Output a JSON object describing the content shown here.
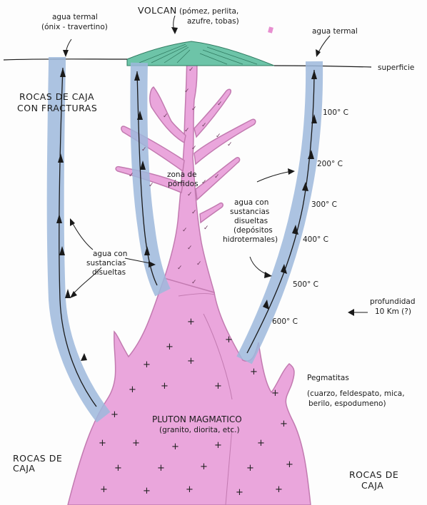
{
  "labels": {
    "volcan_title": "VOLCAN",
    "volcan_desc_1": "(pómez, perlita,",
    "volcan_desc_2": "azufre, tobas)",
    "agua_termal_left_1": "agua termal",
    "agua_termal_left_2": "(ónix - travertino)",
    "agua_termal_right": "agua termal",
    "superficie": "superficie",
    "rocas_fracturas_1": "ROCAS DE CAJA",
    "rocas_fracturas_2": "CON FRACTURAS",
    "zona_porfidos_1": "zona de",
    "zona_porfidos_2": "pórfidos",
    "agua_sust_right_1": "agua con",
    "agua_sust_right_2": "sustancias",
    "agua_sust_right_3": "disueltas",
    "agua_sust_right_4": "(depósitos",
    "agua_sust_right_5": "hidrotermales)",
    "agua_sust_left_1": "agua con",
    "agua_sust_left_2": "sustancias",
    "agua_sust_left_3": "disueltas",
    "temp_100": "100° C",
    "temp_200": "200° C",
    "temp_300": "300° C",
    "temp_400": "400° C",
    "temp_500": "500° C",
    "temp_600": "600° C",
    "profundidad_1": "profundidad",
    "profundidad_2": "10 Km (?)",
    "pegmatitas_1": "Pegmatitas",
    "pegmatitas_2": "(cuarzo, feldespato, mica,",
    "pegmatitas_3": "berilo, espodumeno)",
    "pluton_1": "PLUTON MAGMATICO",
    "pluton_2": "(granito, diorita, etc.)",
    "rocas_left_1": "ROCAS DE",
    "rocas_left_2": "CAJA",
    "rocas_right_1": "ROCAS DE",
    "rocas_right_2": "CAJA"
  },
  "colors": {
    "magma": "#eaa6dc",
    "magma_edge": "#c27ab0",
    "water": "#9db8dc",
    "water_edge": "#7f9cc7",
    "volcano": "#6dc4a8",
    "ink": "#1a1a1a"
  }
}
